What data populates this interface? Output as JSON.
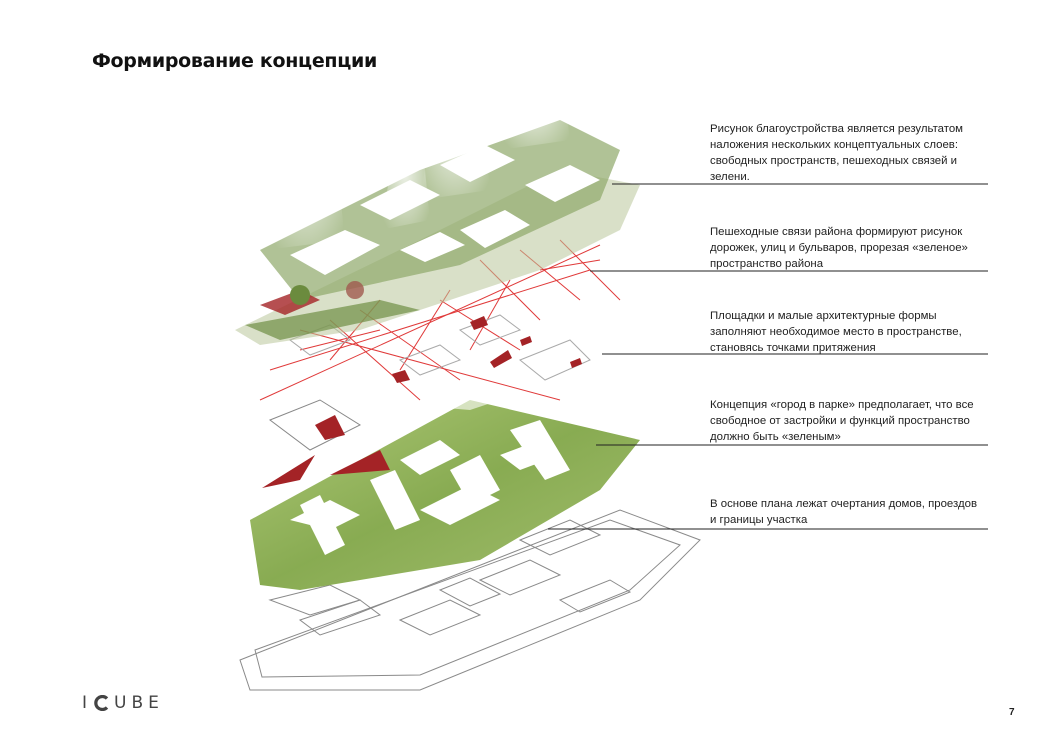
{
  "page": {
    "title": "Формирование концепции",
    "number": "7"
  },
  "annotations": [
    {
      "text": "Рисунок благоустройства является результатом наложения нескольких концептуальных слоев: свободных пространств, пешеходных связей и зелени."
    },
    {
      "text": "Пешеходные связи района формируют рисунок дорожек, улиц и бульваров, прорезая «зеленое» пространство района"
    },
    {
      "text": "Площадки и малые архитектурные формы заполняют необходимое место в пространстве, становясь точками притяжения"
    },
    {
      "text": "Концепция «город в парке» предполагает, что все свободное от застройки и функций пространство должно быть «зеленым»"
    },
    {
      "text": "В основе плана лежат очертания домов, проездов и границы участка"
    }
  ],
  "logo": {
    "left_text": "I",
    "right_text": "UBE",
    "icon": "c-logo-icon"
  },
  "colors": {
    "green": "#7fa84a",
    "red": "#a42326",
    "line_red": "#e03030",
    "text": "#222222"
  }
}
